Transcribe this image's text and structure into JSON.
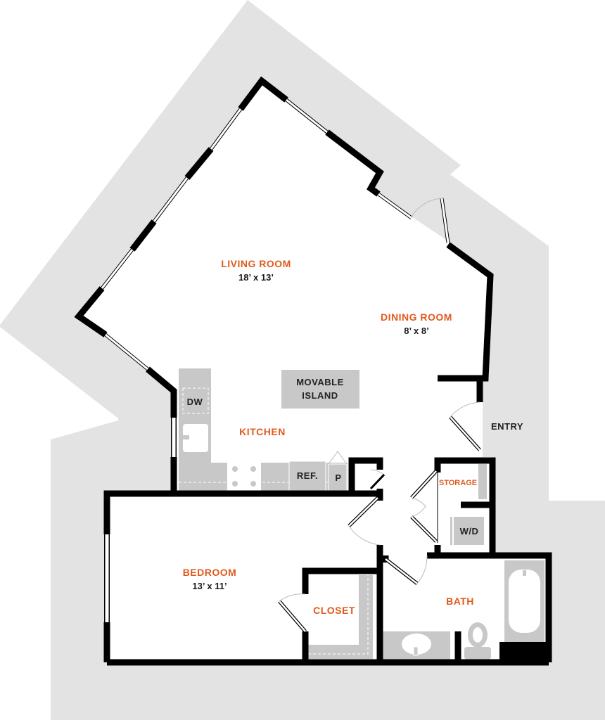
{
  "title": "Apartment Floor Plan",
  "colors": {
    "accent": "#e05a1e",
    "wall": "#000000",
    "exterior": "#e3e3e3",
    "fixture": "#c8c8c8",
    "text": "#1a1a1a"
  },
  "rooms": {
    "living": {
      "name": "LIVING ROOM",
      "size": "18’ x 13’"
    },
    "dining": {
      "name": "DINING ROOM",
      "size": "8’ x 8’"
    },
    "kitchen": {
      "name": "KITCHEN"
    },
    "bedroom": {
      "name": "BEDROOM",
      "size": "13’ x 11’"
    },
    "closet": {
      "name": "CLOSET"
    },
    "bath": {
      "name": "BATH"
    },
    "storage": {
      "name": "STORAGE"
    },
    "entry": {
      "name": "ENTRY"
    }
  },
  "fixtures": {
    "island_line1": "MOVABLE",
    "island_line2": "ISLAND",
    "dishwasher": "DW",
    "refrigerator": "REF.",
    "pantry": "P",
    "washer_dryer": "W/D"
  }
}
